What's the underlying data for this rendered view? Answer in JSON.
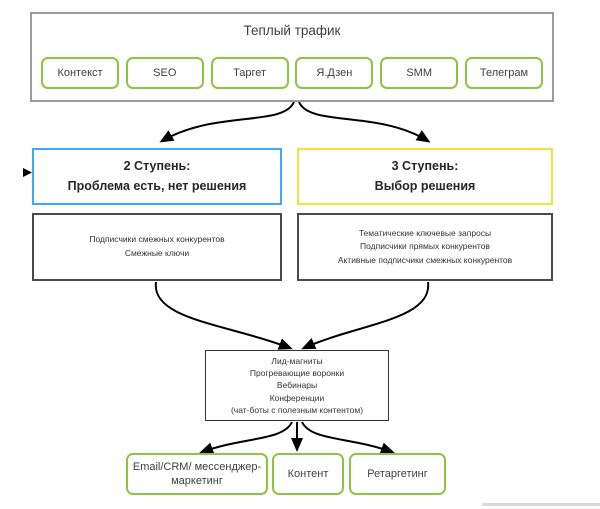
{
  "colors": {
    "green_border": "#8CC63F",
    "blue_border": "#3FA9F5",
    "yellow_border": "#F2E23B",
    "gray_border": "#9B9B9B",
    "dark_border": "#4A4A4A",
    "arrow": "#000000"
  },
  "top_section": {
    "title": "Теплый трафик",
    "channels": [
      {
        "label": "Контекст"
      },
      {
        "label": "SEO"
      },
      {
        "label": "Таргет"
      },
      {
        "label": "Я.Дзен"
      },
      {
        "label": "SMM"
      },
      {
        "label": "Телеграм"
      }
    ]
  },
  "stage2": {
    "title": "2 Ступень:",
    "subtitle": "Проблема есть, нет решения"
  },
  "stage2_details": {
    "lines": [
      "Подписчики смежных конкурентов",
      "Смежные ключи"
    ]
  },
  "stage3": {
    "title": "3 Ступень:",
    "subtitle": "Выбор решения"
  },
  "stage3_details": {
    "lines": [
      "Тематические ключевые запросы",
      "Подписчики  прямых конкурентов",
      "Активные подписчики смежных конкурентов"
    ]
  },
  "nurture_box": {
    "lines": [
      "Лид-магниты",
      "Прогревающие воронки",
      "Вебинары",
      "Конференции",
      "(чат-боты с полезным контентом)"
    ]
  },
  "outputs": [
    {
      "label": "Email/CRM/ мессенджер-маркетинг"
    },
    {
      "label": "Контент"
    },
    {
      "label": "Ретаргетинг"
    }
  ]
}
